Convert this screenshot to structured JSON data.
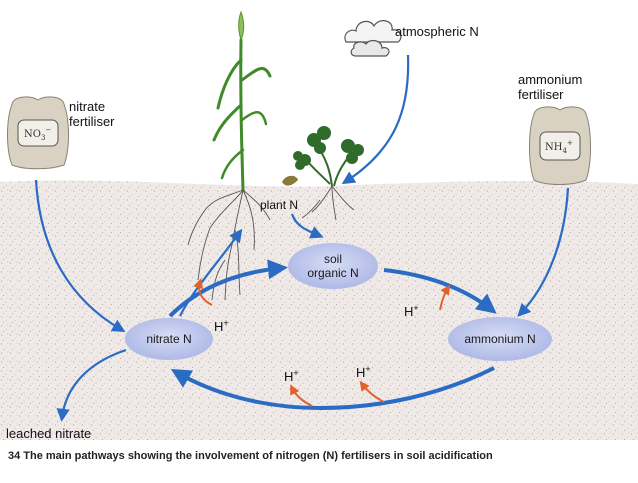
{
  "labels": {
    "atmospheric_n": "atmospheric N",
    "nitrate_fertiliser": [
      "nitrate",
      "fertiliser"
    ],
    "ammonium_fertiliser": [
      "ammonium",
      "fertiliser"
    ],
    "plant_n": "plant N",
    "leached_nitrate": "leached nitrate"
  },
  "nodes": {
    "soil_organic_n": [
      "soil",
      "organic N"
    ],
    "nitrate_n": "nitrate N",
    "ammonium_n": "ammonium N"
  },
  "bags": {
    "nitrate": {
      "base": "NO",
      "sub": "3",
      "sup": "−"
    },
    "ammonium": {
      "base": "NH",
      "sub": "4",
      "sup": "+"
    }
  },
  "proton": {
    "base": "H",
    "sup": "+"
  },
  "caption": "34 The main pathways showing the involvement of nitrogen (N) fertilisers in soil acidification",
  "colors": {
    "flow_arrow": "#2a6bc4",
    "acid_arrow": "#e2622a",
    "node_fill": "#b8c3ec",
    "soil": "#ece6e4"
  }
}
